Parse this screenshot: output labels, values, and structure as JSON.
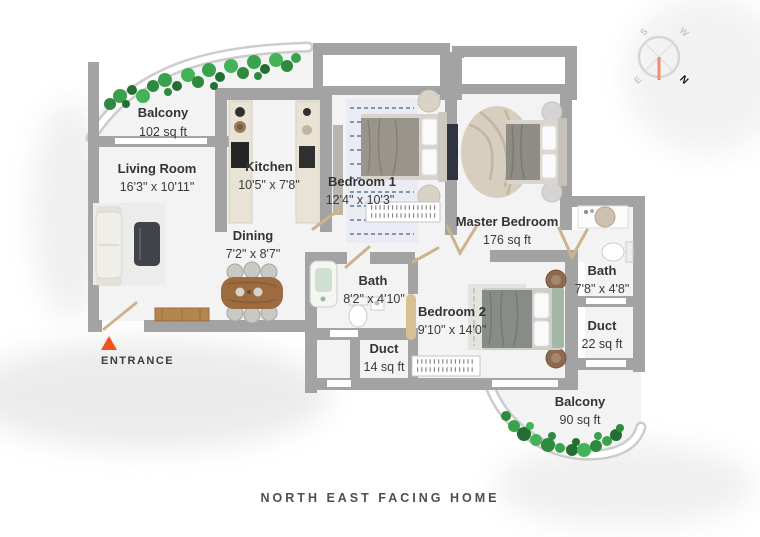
{
  "caption": "NORTH EAST FACING HOME",
  "entrance": {
    "label": "ENTRANCE"
  },
  "compass": {
    "north": "N",
    "south": "S",
    "east": "E",
    "west": "W"
  },
  "colors": {
    "accent": "#f4511e",
    "needle": "#e8926b",
    "wall": "#a3a3a3",
    "floor": "#f3f3f3",
    "plant_dark": "#2d8a3e",
    "wood": "#9c6b3f",
    "door": "#ccb38a"
  },
  "rooms": [
    {
      "name": "Balcony",
      "size": "102 sq ft"
    },
    {
      "name": "Living Room",
      "size": "16'3\" x 10'11\""
    },
    {
      "name": "Kitchen",
      "size": "10'5\" x 7'8\""
    },
    {
      "name": "Dining",
      "size": "7'2\" x 8'7\""
    },
    {
      "name": "Bedroom 1",
      "size": "12'4\" x 10'3\""
    },
    {
      "name": "Master Bedroom",
      "size": "176 sq ft"
    },
    {
      "name": "Bath",
      "size": "8'2\" x 4'10\""
    },
    {
      "name": "Bedroom 2",
      "size": "9'10\" x 14'0\""
    },
    {
      "name": "Bath",
      "size": "7'8\" x 4'8\""
    },
    {
      "name": "Duct",
      "size": "22 sq ft"
    },
    {
      "name": "Duct",
      "size": "14 sq ft"
    },
    {
      "name": "Balcony",
      "size": "90 sq ft"
    }
  ]
}
